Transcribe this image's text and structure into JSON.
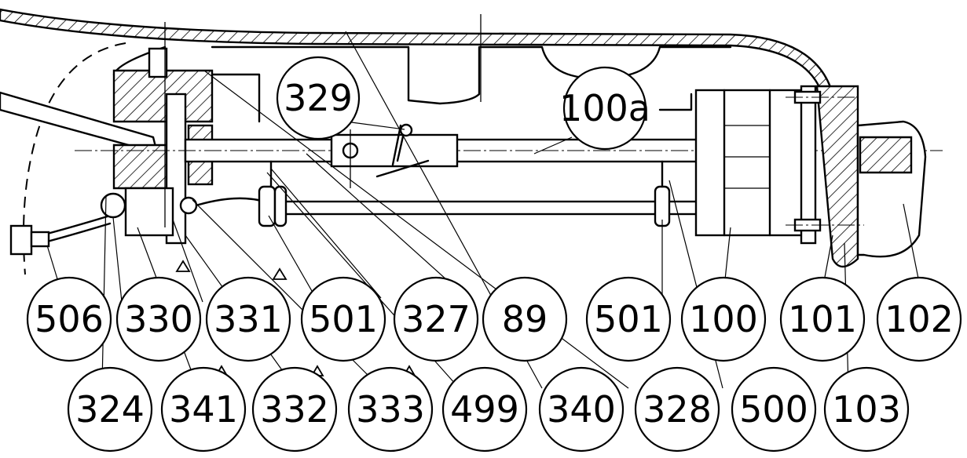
{
  "labels": {
    "top": [
      {
        "id": "329",
        "text": "329"
      },
      {
        "id": "100a",
        "text": "100a"
      }
    ],
    "row1": [
      {
        "id": "506",
        "text": "506"
      },
      {
        "id": "330",
        "text": "330"
      },
      {
        "id": "331",
        "text": "331"
      },
      {
        "id": "501a",
        "text": "501"
      },
      {
        "id": "327",
        "text": "327"
      },
      {
        "id": "89",
        "text": "89"
      },
      {
        "id": "501b",
        "text": "501"
      },
      {
        "id": "100",
        "text": "100"
      },
      {
        "id": "101",
        "text": "101"
      },
      {
        "id": "102",
        "text": "102"
      }
    ],
    "row2": [
      {
        "id": "324",
        "text": "324"
      },
      {
        "id": "341",
        "text": "341"
      },
      {
        "id": "332",
        "text": "332"
      },
      {
        "id": "333",
        "text": "333"
      },
      {
        "id": "499",
        "text": "499"
      },
      {
        "id": "340",
        "text": "340"
      },
      {
        "id": "328",
        "text": "328"
      },
      {
        "id": "500",
        "text": "500"
      },
      {
        "id": "103",
        "text": "103"
      }
    ]
  }
}
